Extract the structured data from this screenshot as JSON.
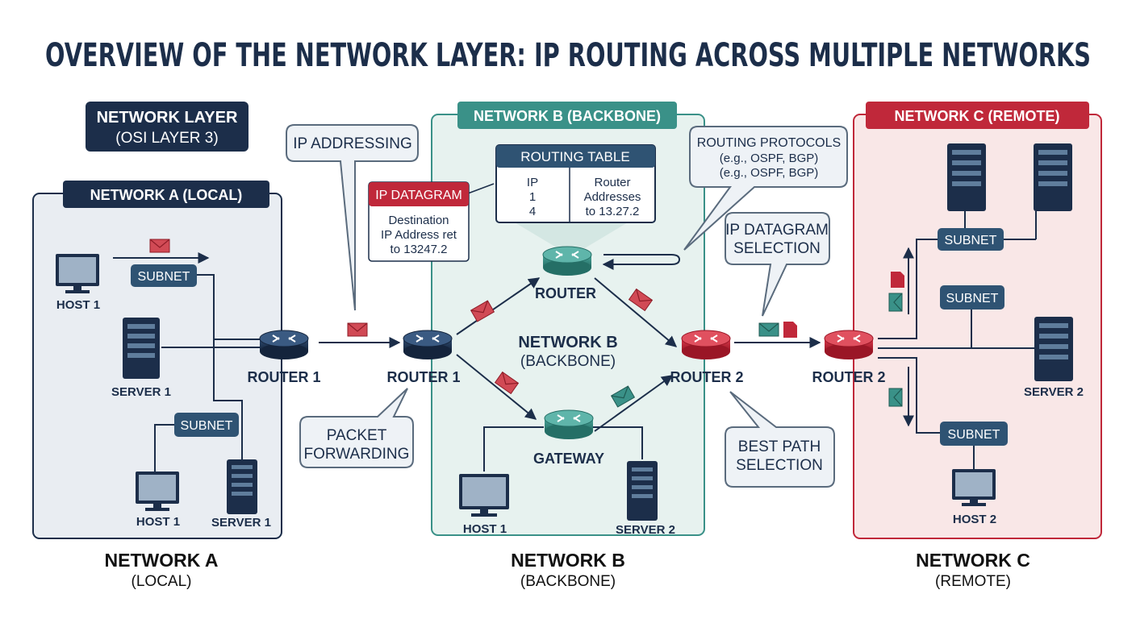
{
  "title": "OVERVIEW OF THE NETWORK LAYER: IP ROUTING ACROSS MULTIPLE NETWORKS",
  "layer_box": {
    "line1": "NETWORK LAYER",
    "line2": "(OSI LAYER 3)"
  },
  "network_a": {
    "tab": "NETWORK A (LOCAL)",
    "caption_main": "NETWORK A",
    "caption_sub": "(LOCAL)",
    "subnet_top": "SUBNET",
    "subnet_bottom": "SUBNET",
    "host_top": "HOST 1",
    "server_mid": "SERVER 1",
    "host_bottom": "HOST 1",
    "server_bottom": "SERVER 1",
    "router": "ROUTER 1"
  },
  "network_b": {
    "tab": "NETWORK B (BACKBONE)",
    "caption_main": "NETWORK B",
    "caption_sub": "(BACKBONE)",
    "center_main": "NETWORK B",
    "center_sub": "(BACKBONE)",
    "router_in": "ROUTER 1",
    "router_top": "ROUTER",
    "gateway": "GATEWAY",
    "router_out": "ROUTER 2",
    "host": "HOST 1",
    "server": "SERVER 2",
    "routing_table": {
      "header": "ROUTING TABLE",
      "left_lines": [
        "IP",
        "1",
        "4"
      ],
      "right_lines": [
        "Router",
        "Addresses",
        "to 13.27.2"
      ]
    },
    "datagram": {
      "header": "IP DATAGRAM",
      "lines": [
        "Destination",
        "IP Address ret",
        "to 13247.2"
      ]
    }
  },
  "network_c": {
    "tab": "NETWORK C (REMOTE)",
    "caption_main": "NETWORK C",
    "caption_sub": "(REMOTE)",
    "router": "ROUTER 2",
    "subnet_top": "SUBNET",
    "subnet_mid": "SUBNET",
    "subnet_bottom": "SUBNET",
    "server": "SERVER 2",
    "host": "HOST 2"
  },
  "callouts": {
    "ip_addressing": "IP ADDRESSING",
    "routing_protocols": [
      "ROUTING PROTOCOLS",
      "(e.g., OSPF, BGP)",
      "(e.g., OSPF, BGP)"
    ],
    "datagram_selection": [
      "IP DATAGRAM",
      "SELECTION"
    ],
    "packet_forwarding": [
      "PACKET",
      "FORWARDING"
    ],
    "best_path": [
      "BEST PATH",
      "SELECTION"
    ]
  },
  "colors": {
    "navy": "#1c2e4a",
    "teal": "#3a9188",
    "crimson": "#c0283a",
    "slate": "#2f5373",
    "panel_a": "#e9edf2",
    "panel_b": "#e7f2ef",
    "panel_c": "#f9e7e7",
    "callout_bg": "#eef2f6",
    "callout_border": "#5a6b7d",
    "envelope_red": "#d14a55",
    "envelope_teal": "#3a9188"
  },
  "icons": [
    "router-icon",
    "server-icon",
    "monitor-icon",
    "envelope-icon",
    "document-icon"
  ]
}
